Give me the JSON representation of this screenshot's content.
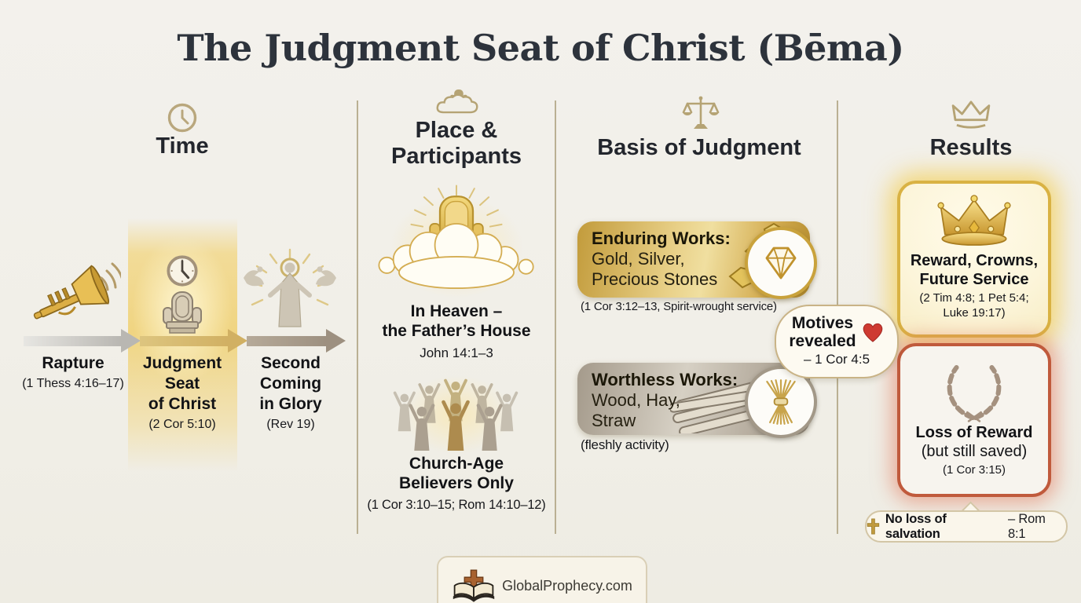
{
  "palette": {
    "background": "#f1efe8",
    "divider": "#bab093",
    "header_icon_tan": "#b5a374",
    "text_dark": "#15161a",
    "gold": "#d1b063",
    "gold_deep": "#b8912f",
    "taupe": "#9d9080",
    "loss_red": "#c05a3c",
    "heart_red": "#ce3a31"
  },
  "title": "The Judgment Seat of Christ (Bēma)",
  "columns": {
    "time": {
      "header": "Time",
      "events": [
        {
          "lines": [
            "Rapture"
          ],
          "ref": "(1 Thess 4:16–17)",
          "icon": "trumpet-icon"
        },
        {
          "lines": [
            "Judgment",
            "Seat",
            "of Christ"
          ],
          "ref": "(2 Cor 5:10)",
          "icon": "throne-clock-icon"
        },
        {
          "lines": [
            "Second",
            "Coming",
            "in Glory"
          ],
          "ref": "(Rev 19)",
          "icon": "christ-glory-icon"
        }
      ]
    },
    "place": {
      "header_lines": [
        "Place &",
        "Participants"
      ],
      "heaven": {
        "lines": [
          "In Heaven –",
          "the Father’s House"
        ],
        "ref": "John 14:1–3"
      },
      "believers": {
        "lines": [
          "Church-Age",
          "Believers Only"
        ],
        "ref": "(1 Cor 3:10–15; Rom 14:10–12)"
      }
    },
    "basis": {
      "header": "Basis of Judgment",
      "enduring": {
        "title": "Enduring Works:",
        "lines": [
          "Gold, Silver,",
          "Precious Stones"
        ],
        "ref": "(1 Cor 3:12–13, Spirit-wrought service)",
        "badge_icon": "diamond-icon"
      },
      "worthless": {
        "title": "Worthless Works:",
        "lines": [
          "Wood, Hay,",
          "Straw"
        ],
        "ref": "(fleshly activity)",
        "badge_icon": "straw-bundle-icon"
      },
      "motives": {
        "lines": [
          "Motives",
          "revealed"
        ],
        "ref": "– 1 Cor 4:5",
        "icon": "heart-icon"
      }
    },
    "results": {
      "header": "Results",
      "reward": {
        "lines": [
          "Reward, Crowns,",
          "Future Service"
        ],
        "ref_lines": [
          "(2 Tim 4:8; 1 Pet 5:4;",
          "Luke 19:17)"
        ],
        "icon": "gold-crown-icon"
      },
      "loss": {
        "bold_line": "Loss of Reward",
        "normal_line": "(but still saved)",
        "ref": "(1 Cor 3:15)",
        "icon": "laurel-wreath-icon"
      },
      "salvation_note": {
        "bold": "No loss of salvation",
        "ref": "– Rom 8:1",
        "icon": "cross-icon"
      }
    }
  },
  "footer": {
    "brand": "GlobalProphecy.com",
    "icon": "bible-cross-icon"
  }
}
